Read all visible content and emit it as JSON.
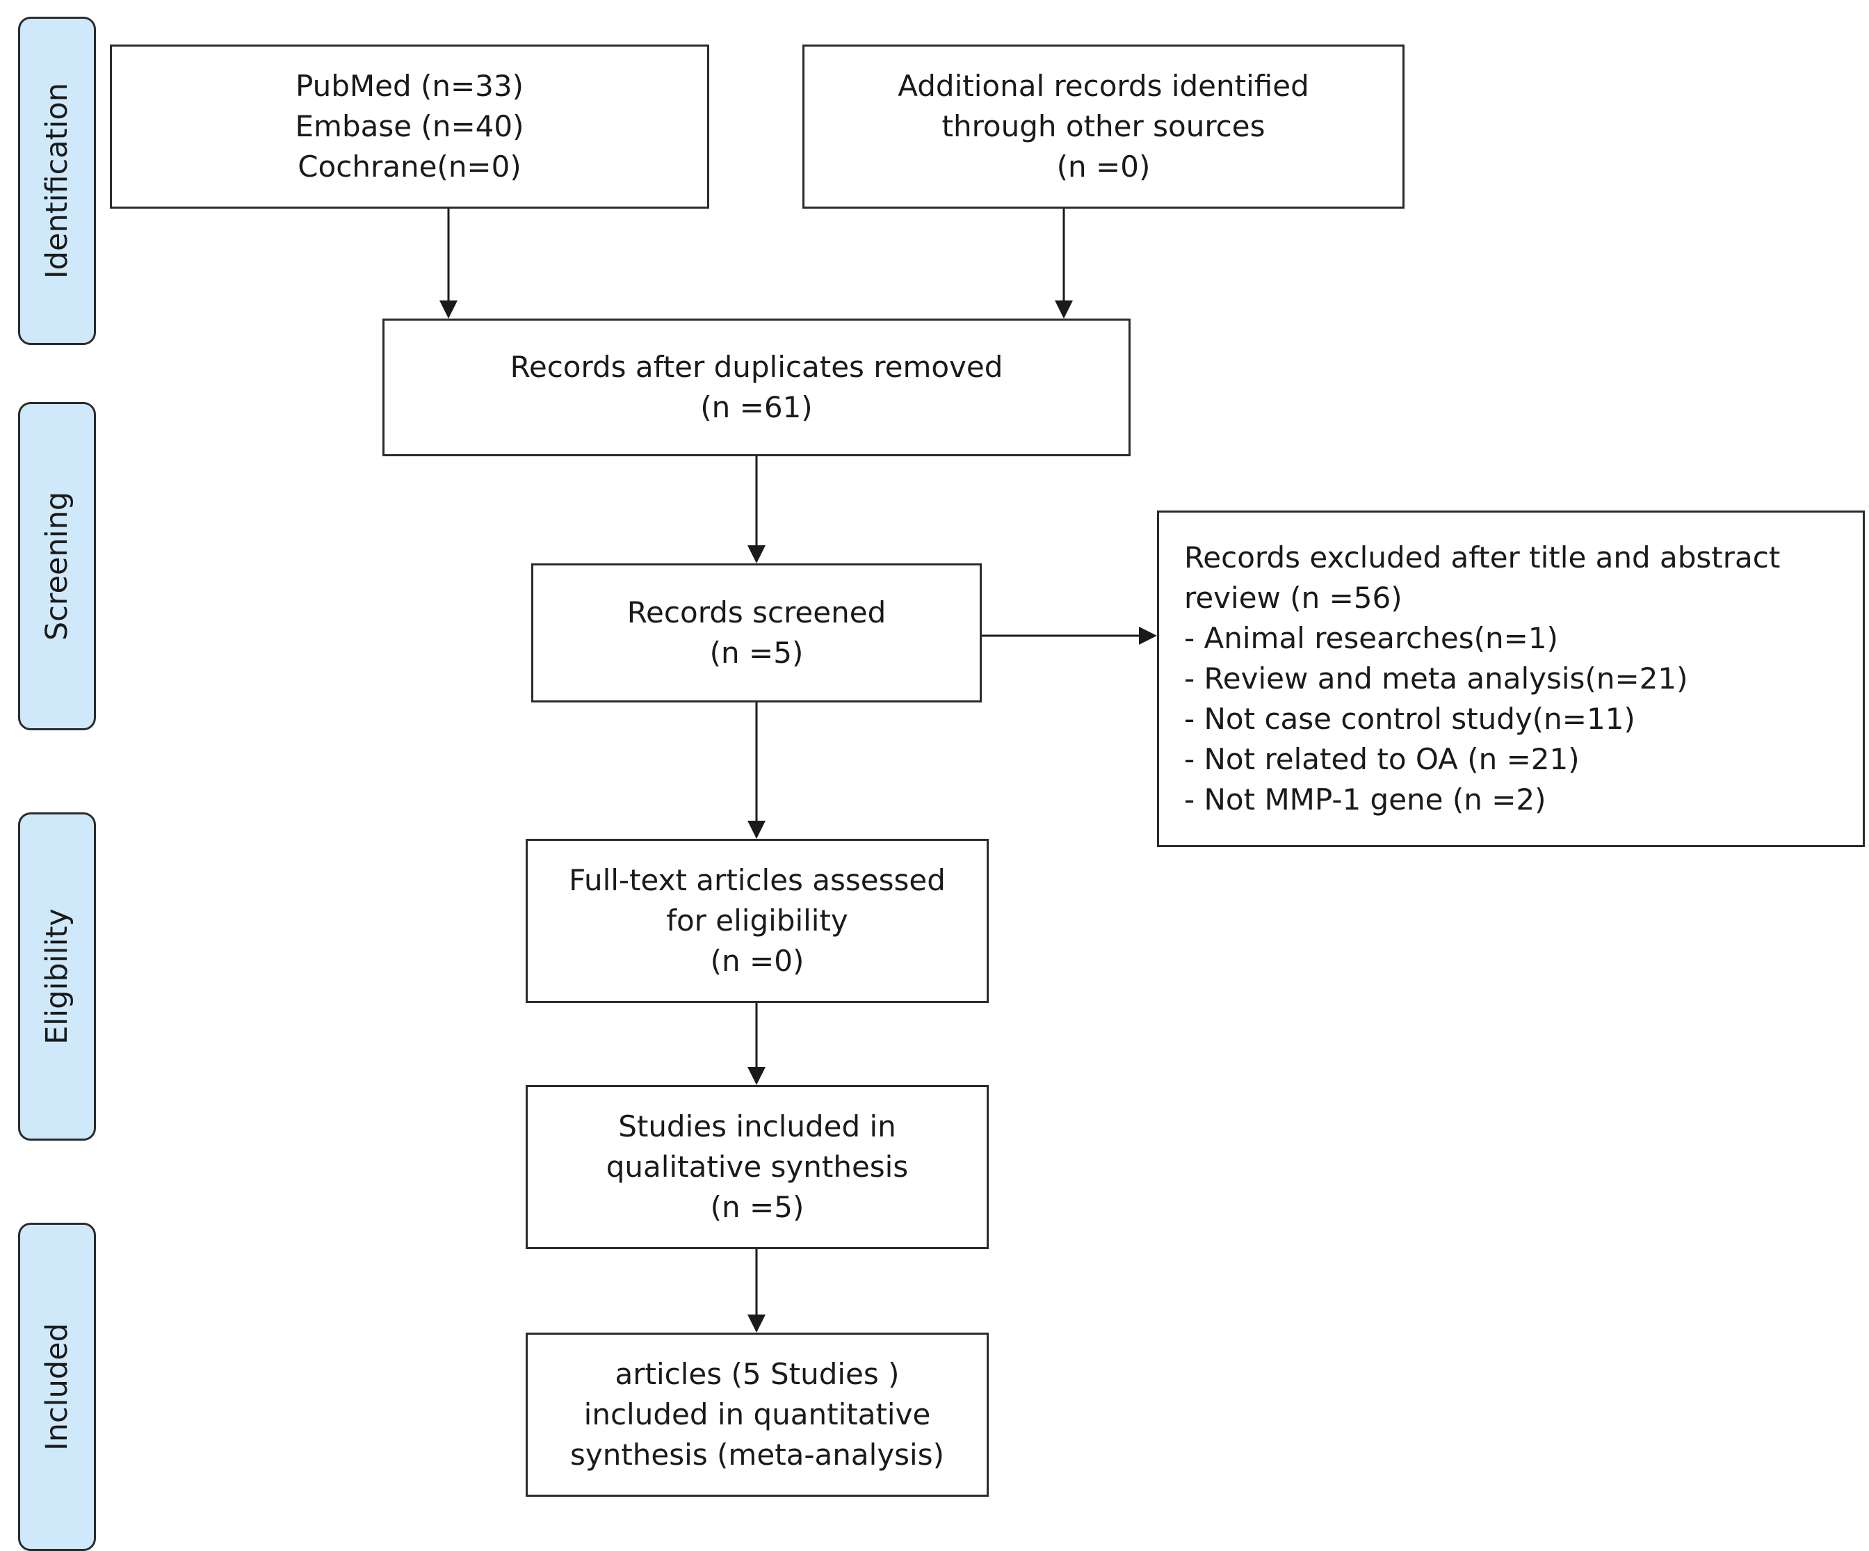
{
  "phases": {
    "identification": "Identification",
    "screening": "Screening",
    "eligibility": "Eligibility",
    "included": "Included"
  },
  "boxes": {
    "databases": [
      "PubMed (n=33)",
      "Embase (n=40)",
      "Cochrane(n=0)"
    ],
    "other_sources": [
      "Additional records identified",
      "through other sources",
      "(n =0)"
    ],
    "after_duplicates": [
      "Records after duplicates removed",
      "(n =61)"
    ],
    "screened": [
      "Records screened",
      "(n =5)"
    ],
    "excluded": [
      "Records excluded after title and abstract",
      "review (n =56)",
      "- Animal researches(n=1)",
      "- Review and meta analysis(n=21)",
      "- Not case control study(n=11)",
      "- Not related to OA (n =21)",
      "- Not MMP-1 gene (n =2)"
    ],
    "full_text": [
      "Full-text articles assessed",
      "for eligibility",
      "(n =0)"
    ],
    "qualitative": [
      "Studies included in",
      "qualitative synthesis",
      "(n =5)"
    ],
    "quantitative": [
      "articles (5 Studies )",
      "included in quantitative",
      "synthesis (meta-analysis)"
    ]
  }
}
